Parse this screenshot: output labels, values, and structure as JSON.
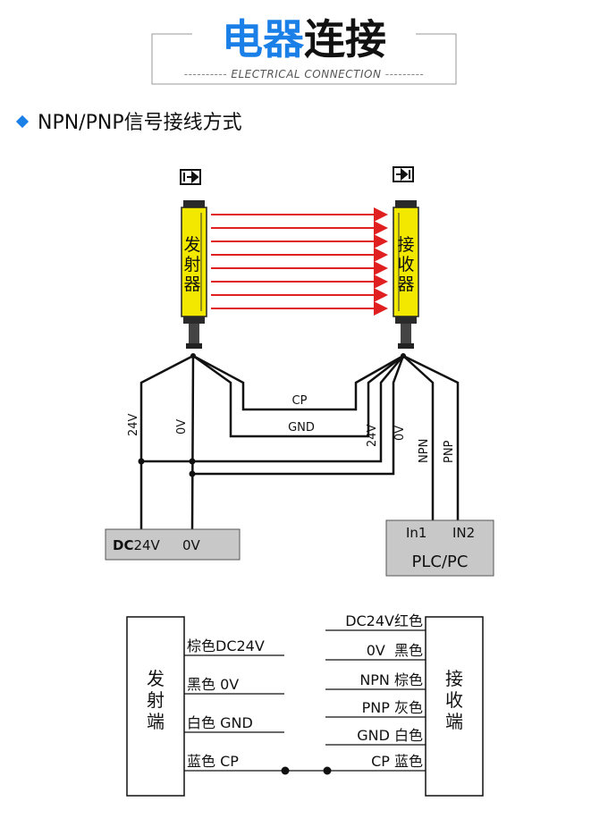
{
  "header": {
    "title_blue": "电器",
    "title_black": "连接",
    "subtitle": "ELECTRICAL CONNECTION"
  },
  "section": {
    "title": "NPN/PNP信号接线方式"
  },
  "colors": {
    "accent_blue": "#1a7fe6",
    "sensor_yellow": "#f2e800",
    "beam_red": "#e02020",
    "box_gray": "#c8c8c8",
    "line": "#111111"
  },
  "emitter": {
    "label_chars": [
      "发",
      "射",
      "器"
    ],
    "icon": "emitter-symbol-icon"
  },
  "receiver": {
    "label_chars": [
      "接",
      "收",
      "器"
    ],
    "icon": "receiver-symbol-icon"
  },
  "diagram": {
    "wire_cp": "CP",
    "wire_gnd": "GND",
    "emit_24v": "24V",
    "emit_0v": "0V",
    "recv_24v": "24V",
    "recv_0v": "0V",
    "recv_npn": "NPN",
    "recv_pnp": "PNP",
    "power_box": {
      "dc_bold": "DC",
      "dc_rest": "24V",
      "zero": "0V"
    },
    "plc_box": {
      "in1": "In1",
      "in2": "IN2",
      "label": "PLC/PC"
    }
  },
  "table": {
    "left_box_chars": [
      "发",
      "射",
      "端"
    ],
    "right_box_chars": [
      "接",
      "收",
      "端"
    ],
    "left_wires": [
      "棕色DC24V",
      "黑色 0V",
      "白色 GND",
      "蓝色 CP"
    ],
    "right_wires": [
      "DC24V红色",
      "0V  黑色",
      "NPN 棕色",
      "PNP 灰色",
      "GND 白色",
      "CP 蓝色"
    ]
  }
}
